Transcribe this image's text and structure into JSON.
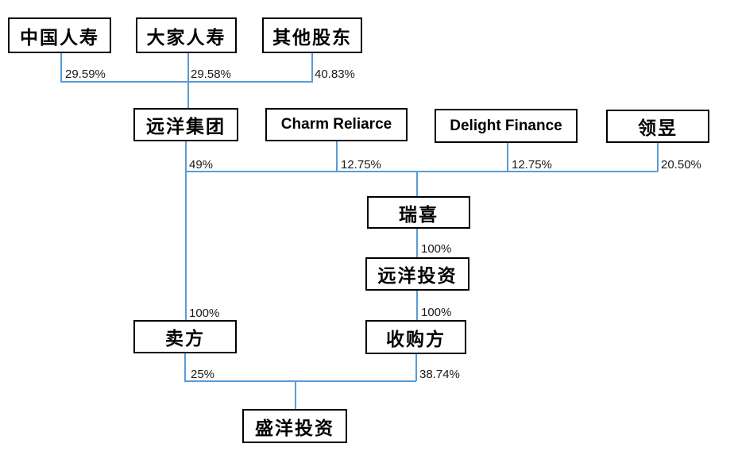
{
  "diagram": {
    "line_color": "#5b9bd5",
    "box_border_color": "#000000",
    "nodes": {
      "china_life": {
        "label": "中国人寿"
      },
      "dajia_life": {
        "label": "大家人寿"
      },
      "other_shareholders": {
        "label": "其他股东"
      },
      "sino_ocean_group": {
        "label": "远洋集团"
      },
      "charm_reliarce": {
        "label": "Charm Reliarce"
      },
      "delight_finance": {
        "label": "Delight Finance"
      },
      "lingyu": {
        "label": "领昱"
      },
      "ruixi": {
        "label": "瑞喜"
      },
      "sino_ocean_investment": {
        "label": "远洋投资"
      },
      "seller": {
        "label": "卖方"
      },
      "acquirer": {
        "label": "收购方"
      },
      "shengyang_investment": {
        "label": "盛洋投资"
      }
    },
    "edge_labels": {
      "china_life_pct": "29.59%",
      "dajia_life_pct": "29.58%",
      "other_shareholders_pct": "40.83%",
      "sino_ocean_group_pct": "49%",
      "charm_reliarce_pct": "12.75%",
      "delight_finance_pct": "12.75%",
      "lingyu_pct": "20.50%",
      "ruixi_to_investment_pct": "100%",
      "investment_to_acquirer_pct": "100%",
      "group_to_seller_pct": "100%",
      "seller_to_shengyang_pct": "25%",
      "acquirer_to_shengyang_pct": "38.74%"
    }
  }
}
